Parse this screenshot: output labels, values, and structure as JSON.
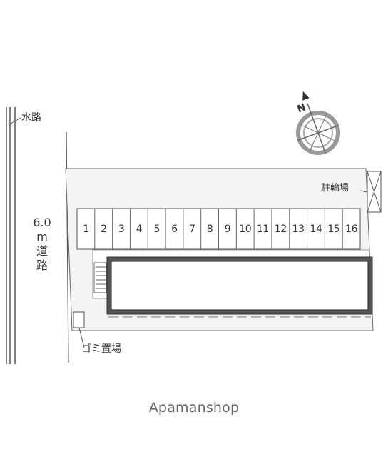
{
  "labels": {
    "canal": "水路",
    "road_width": "6.0",
    "road_unit": "m",
    "road_char1": "道",
    "road_char2": "路",
    "bicycle_parking": "駐輪場",
    "garbage_area": "ゴミ置場",
    "compass_letter": "N",
    "watermark": "Apamanshop"
  },
  "parking_spaces": [
    "1",
    "2",
    "3",
    "4",
    "5",
    "6",
    "7",
    "8",
    "9",
    "10",
    "11",
    "12",
    "13",
    "14",
    "15",
    "16"
  ],
  "colors": {
    "lot_fill": "#f4f4f4",
    "building_border": "#333333",
    "line": "#555555",
    "compass": "#888888",
    "text": "#333333"
  },
  "icons": [
    "compass-icon",
    "stairs-icon",
    "bicycle-parking-icon"
  ]
}
